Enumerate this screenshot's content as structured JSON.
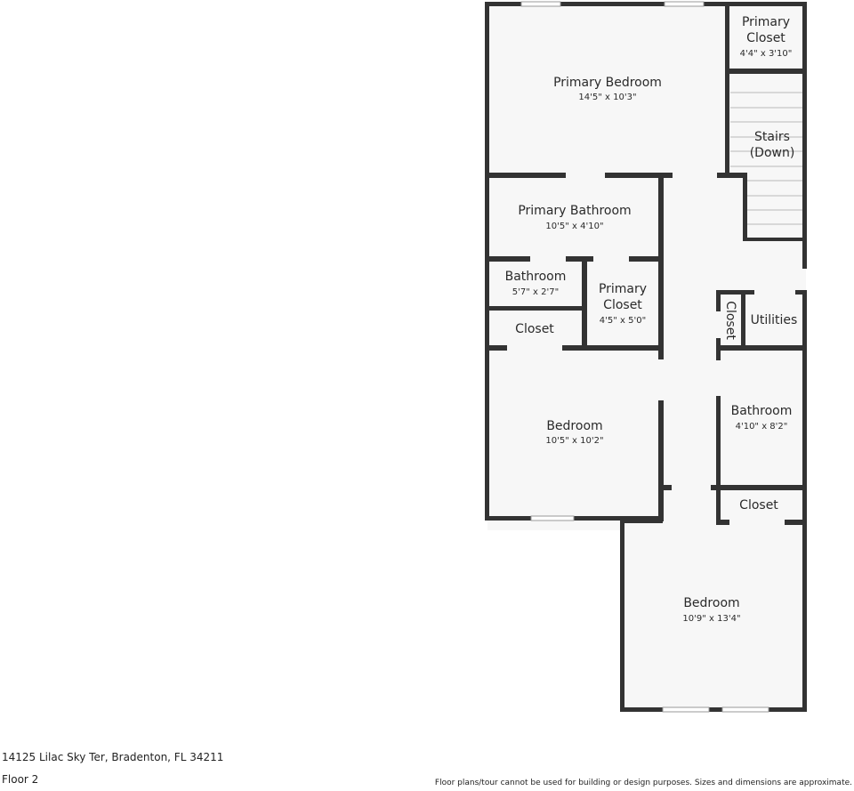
{
  "rooms": [
    {
      "id": "primary-bedroom",
      "name": "Primary Bedroom",
      "dims": "14'5\" x 10'3\""
    },
    {
      "id": "primary-closet-top",
      "name_lines": [
        "Primary",
        "Closet"
      ],
      "dims": "4'4\" x 3'10\""
    },
    {
      "id": "stairs",
      "name_lines": [
        "Stairs",
        "(Down)"
      ]
    },
    {
      "id": "primary-bathroom",
      "name": "Primary Bathroom",
      "dims": "10'5\" x 4'10\""
    },
    {
      "id": "bathroom-small",
      "name": "Bathroom",
      "dims": "5'7\" x 2'7\""
    },
    {
      "id": "primary-closet-mid",
      "name_lines": [
        "Primary",
        "Closet"
      ],
      "dims": "4'5\" x 5'0\""
    },
    {
      "id": "closet-left",
      "name": "Closet"
    },
    {
      "id": "closet-vertical",
      "name": "Closet"
    },
    {
      "id": "utilities",
      "name": "Utilities"
    },
    {
      "id": "bedroom-left",
      "name": "Bedroom",
      "dims": "10'5\" x 10'2\""
    },
    {
      "id": "bathroom-right",
      "name": "Bathroom",
      "dims": "4'10\" x 8'2\""
    },
    {
      "id": "closet-right",
      "name": "Closet"
    },
    {
      "id": "bedroom-bottom",
      "name": "Bedroom",
      "dims": "10'9\" x 13'4\""
    }
  ],
  "footer": {
    "address": "14125 Lilac Sky Ter, Bradenton, FL 34211",
    "floor": "Floor 2",
    "disclaimer": "Floor plans/tour cannot be used for building or design purposes. Sizes and dimensions are approximate."
  },
  "colors": {
    "wall": "#333333",
    "floor": "#f7f7f7",
    "window": "#ffffff"
  }
}
